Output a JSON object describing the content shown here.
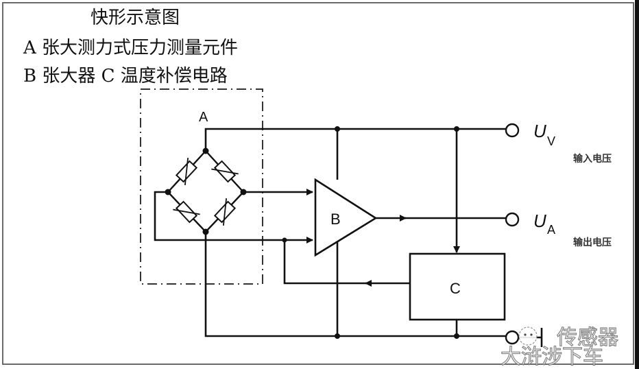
{
  "captions": {
    "title": "快形示意图",
    "line_a": "A 张大测力式压力测量元件",
    "line_b": "B 张大器 C 温度补偿电路"
  },
  "blocks": {
    "a_label": "A",
    "b_label": "B",
    "c_label": "C"
  },
  "terminals": {
    "uv_main": "U",
    "uv_sub": "V",
    "uv_desc": "输入电压",
    "ua_main": "U",
    "ua_sub": "A",
    "ua_desc": "输出电压",
    "ground": "⊥"
  },
  "watermark": {
    "line1": "传感器",
    "line2": "大浒涉下车"
  },
  "colors": {
    "line": "#111111",
    "frame": "#6a6a6a",
    "dashed": "#333333"
  }
}
